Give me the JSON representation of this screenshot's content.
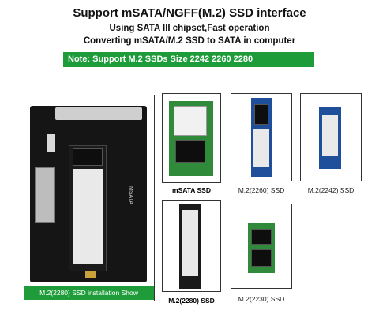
{
  "header": {
    "title": "Support  mSATA/NGFF(M.2)  SSD interface",
    "line2": "Using SATA III chipset,Fast operation",
    "line3": "Converting mSATA/M.2 SSD to SATA in computer"
  },
  "note": "Note: Support M.2 SSDs Size 2242  2260  2280",
  "captions": {
    "install": "M.2(2280) SSD installation Show",
    "msata": "mSATA SSD",
    "m2_2260": "M.2(2260) SSD",
    "m2_2242": "M.2(2242) SSD",
    "m2_2280": "M.2(2280) SSD",
    "m2_2230": "M.2(2230) SSD"
  },
  "board_text": {
    "msata_label": "MSATA"
  },
  "colors": {
    "green_bar": "#1e9c3a",
    "board": "#151515"
  }
}
